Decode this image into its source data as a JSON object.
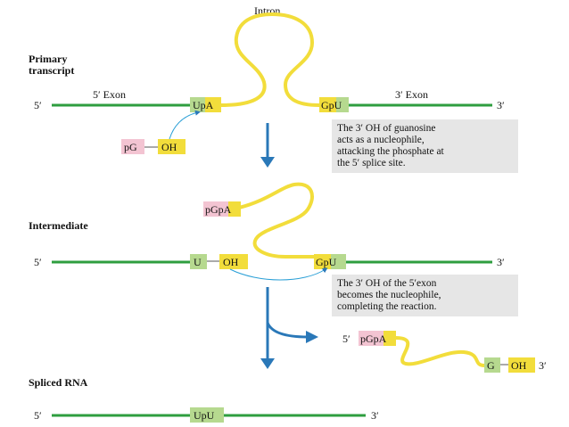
{
  "colors": {
    "exon": "#2e9e3f",
    "intron": "#f2dd3b",
    "green_box": "#b6d98f",
    "yellow_box": "#f2dd3b",
    "pink_box": "#f3c4d2",
    "arrow": "#2a78b8",
    "note_bg": "#e6e6e6"
  },
  "labels": {
    "intron": "Intron",
    "primary_1": "Primary",
    "primary_2": "transcript",
    "intermediate": "Intermediate",
    "spliced": "Spliced RNA",
    "exon5": "5′ Exon",
    "exon3": "3′ Exon",
    "five": "5′",
    "three": "3′"
  },
  "boxes": {
    "upa": "UpA",
    "gpu": "GpU",
    "pg": "pG",
    "oh": "OH",
    "pgpa": "pGpA",
    "u": "U",
    "g": "G",
    "upu": "UpU"
  },
  "notes": {
    "note1": [
      "The 3′ OH of guanosine",
      "acts as a nucleophile,",
      "attacking the phosphate at",
      "the 5′ splice site."
    ],
    "note2": [
      "The 3′ OH of the 5′exon",
      "becomes the nucleophile,",
      "completing the reaction."
    ]
  }
}
